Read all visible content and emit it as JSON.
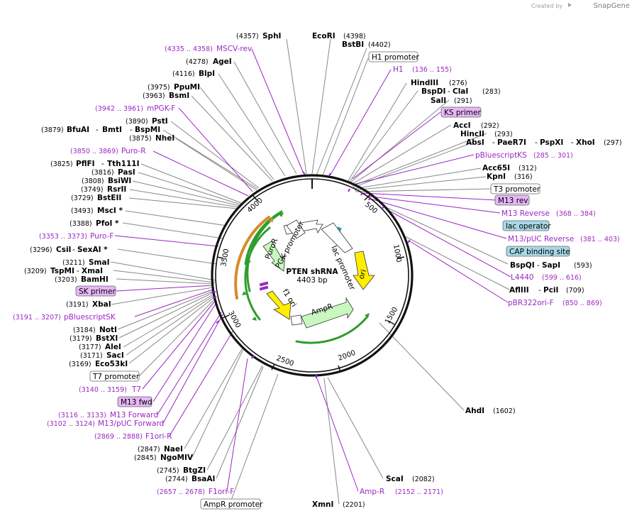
{
  "credit": {
    "prefix": "Created by",
    "brand": "SnapGene"
  },
  "center": {
    "name": "PTEN shRNA",
    "size": "4403 bp"
  },
  "ticks": [
    "500",
    "1000",
    "1500",
    "2000",
    "2500",
    "3000",
    "3500",
    "4000"
  ],
  "features": {
    "puror": "PuroR",
    "pgk": "PGK promoter",
    "lac": "lac promoter",
    "ori": "ori",
    "f1ori": "f1 ori",
    "ampr": "AmpR"
  },
  "colors": {
    "backbone": "#111111",
    "primer": "#9b27c4",
    "primer_box": "#e7b6f5",
    "feature_box": "#a8d8e6",
    "green": "#2e9e2e",
    "orange": "#d98a2a",
    "yellow": "#ffee00",
    "light_green": "#c9f7c0"
  },
  "labels": {
    "sphi": "SphI",
    "sphi_pos": "(4357)",
    "ecori": "EcoRI",
    "ecori_pos": "(4398)",
    "bstbi": "BstBI",
    "bstbi_pos": "(4402)",
    "mscv": "MSCV-rev",
    "mscv_pos": "(4335 .. 4358)",
    "agei": "AgeI",
    "agei_pos": "(4278)",
    "h1promoter": "H1 promoter",
    "h1": "H1",
    "h1_pos": "(136 .. 155)",
    "blpi": "BlpI",
    "blpi_pos": "(4116)",
    "hindiii": "HindIII",
    "hindiii_pos": "(276)",
    "ppumi": "PpuMI",
    "ppumi_pos": "(3975)",
    "bspdi": "BspDI",
    "clai": "ClaI",
    "clai_pos": "(283)",
    "bsmi": "BsmI",
    "bsmi_pos": "(3963)",
    "sali": "SalI",
    "sali_pos": "(291)",
    "mpgk": "mPGK-F",
    "mpgk_pos": "(3942 .. 3961)",
    "ksprimer": "KS primer",
    "psti": "PstI",
    "psti_pos": "(3890)",
    "acci": "AccI",
    "acci_pos": "(292)",
    "bfuai": "BfuAI",
    "bmti": "BmtI",
    "bspmi": "BspMI",
    "bfuai_pos": "(3879)",
    "hincii": "HincII",
    "hincii_pos": "(293)",
    "nhei": "NheI",
    "nhei_pos": "(3875)",
    "absi": "AbsI",
    "paer7i": "PaeR7I",
    "pspxi": "PspXI",
    "xhoi": "XhoI",
    "xhoi_pos": "(297)",
    "purorp": "Puro-R",
    "purorp_pos": "(3850 .. 3869)",
    "pbks": "pBluescriptKS",
    "pbks_pos": "(285 .. 301)",
    "pflfi": "PflFI",
    "tth111i": "Tth111I",
    "pflfi_pos": "(3825)",
    "acc65i": "Acc65I",
    "acc65i_pos": "(312)",
    "pasi": "PasI",
    "pasi_pos": "(3816)",
    "kpni": "KpnI",
    "kpni_pos": "(316)",
    "bsiwi": "BsiWI",
    "bsiwi_pos": "(3808)",
    "t3promoter": "T3 promoter",
    "rsrii": "RsrII",
    "rsrii_pos": "(3749)",
    "m13rev": "M13 rev",
    "bsteii": "BstEII",
    "bsteii_pos": "(3729)",
    "m13reverse": "M13 Reverse",
    "m13reverse_pos": "(368 .. 384)",
    "msci": "MscI *",
    "msci_pos": "(3493)",
    "lacop": "lac operator",
    "pfoi": "PfoI *",
    "pfoi_pos": "(3388)",
    "m13puc": "M13/pUC Reverse",
    "m13puc_pos": "(381 .. 403)",
    "purof": "Puro-F",
    "purof_pos": "(3353 .. 3373)",
    "cap": "CAP binding site",
    "csii": "CsiI",
    "sexai": "SexAI *",
    "csii_pos": "(3296)",
    "bspqi": "BspQI",
    "sapi": "SapI",
    "sapi_pos": "(593)",
    "smai": "SmaI",
    "smai_pos": "(3211)",
    "l4440": "L4440",
    "l4440_pos": "(599 .. 616)",
    "tspmi": "TspMI",
    "xmai": "XmaI",
    "tspmi_pos": "(3209)",
    "afliii": "AflIII",
    "pcii": "PciI",
    "pcii_pos": "(709)",
    "bamhi": "BamHI",
    "bamhi_pos": "(3203)",
    "pbr": "pBR322ori-F",
    "pbr_pos": "(850 .. 869)",
    "skprimer": "SK primer",
    "xbai": "XbaI",
    "xbai_pos": "(3191)",
    "pbsk": "pBluescriptSK",
    "pbsk_pos": "(3191 .. 3207)",
    "noti": "NotI",
    "noti_pos": "(3184)",
    "bstxi": "BstXI",
    "bstxi_pos": "(3179)",
    "alei": "AleI",
    "alei_pos": "(3177)",
    "saci": "SacI",
    "saci_pos": "(3171)",
    "eco53ki": "Eco53kI",
    "eco53ki_pos": "(3169)",
    "t7promoter": "T7 promoter",
    "t7": "T7",
    "t7_pos": "(3140 .. 3159)",
    "m13fwd": "M13 fwd",
    "m13forward": "M13 Forward",
    "m13forward_pos": "(3116 .. 3133)",
    "m13pucf": "M13/pUC Forward",
    "m13pucf_pos": "(3102 .. 3124)",
    "f1orir": "F1ori-R",
    "f1orir_pos": "(2869 .. 2888)",
    "naei": "NaeI",
    "naei_pos": "(2847)",
    "ngomiv": "NgoMIV",
    "ngomiv_pos": "(2845)",
    "btgzi": "BtgZI",
    "btgzi_pos": "(2745)",
    "bsaai": "BsaAI",
    "bsaai_pos": "(2744)",
    "f1orif": "F1ori-F",
    "f1orif_pos": "(2657 .. 2678)",
    "amprpromoter": "AmpR promoter",
    "ahdi": "AhdI",
    "ahdi_pos": "(1602)",
    "scai": "ScaI",
    "scai_pos": "(2082)",
    "ampr": "Amp-R",
    "ampr_pos": "(2152 .. 2171)",
    "xmni": "XmnI",
    "xmni_pos": "(2201)"
  }
}
